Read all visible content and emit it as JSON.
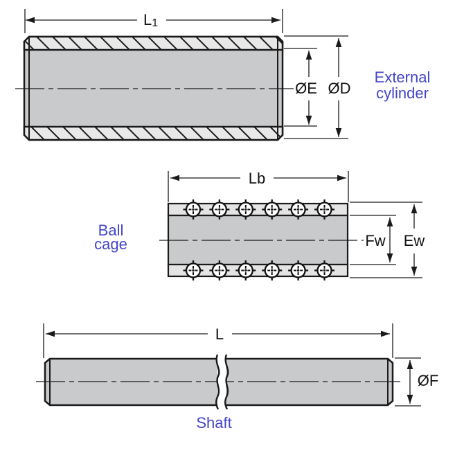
{
  "colors": {
    "line": "#1a1a1a",
    "body_fill": "#c9cacc",
    "hatch_fill": "#e8e8e8",
    "strip_fill": "#e4e4e4",
    "label_blue": "#4345c9",
    "background": "#ffffff"
  },
  "external_cylinder": {
    "label_line1": "External",
    "label_line2": "cylinder",
    "dim_length_main": "L",
    "dim_length_sub": "1",
    "dim_bore": "ØE",
    "dim_outer": "ØD"
  },
  "ball_cage": {
    "label_line1": "Ball",
    "label_line2": "cage",
    "dim_length": "Lb",
    "dim_inner": "Fw",
    "dim_outer": "Ew",
    "ball_count_per_row": 6,
    "ball_rows": 2
  },
  "shaft": {
    "label": "Shaft",
    "dim_length": "L",
    "dim_diameter": "ØF"
  }
}
